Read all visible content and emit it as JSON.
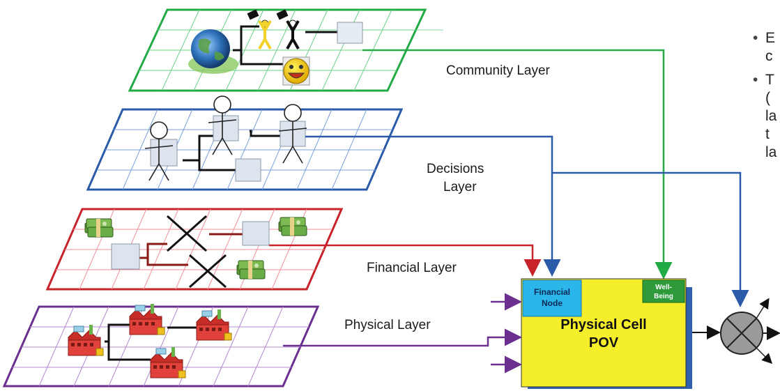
{
  "layers": {
    "community": "Community Layer",
    "decisions": [
      "Decisions",
      "Layer"
    ],
    "financial": "Financial Layer",
    "physical": "Physical Layer"
  },
  "physical_cell": {
    "title": [
      "Physical Cell",
      "POV"
    ],
    "financial_node": [
      "Financial",
      "Node"
    ],
    "well_being": [
      "Well-",
      "Being"
    ]
  },
  "bullets": [
    {
      "lines": [
        "E",
        "c"
      ]
    },
    {
      "lines": [
        "T",
        "(",
        "la",
        "t",
        "la"
      ]
    }
  ],
  "colors": {
    "community": "#22aa44",
    "decisions": "#2a5aa8",
    "financial": "#c8232a",
    "physical": "#6a2f8f",
    "cell_fill": "#f5ee2a",
    "financial_node": "#2bb5e8",
    "well_being": "#2e9a3a"
  }
}
